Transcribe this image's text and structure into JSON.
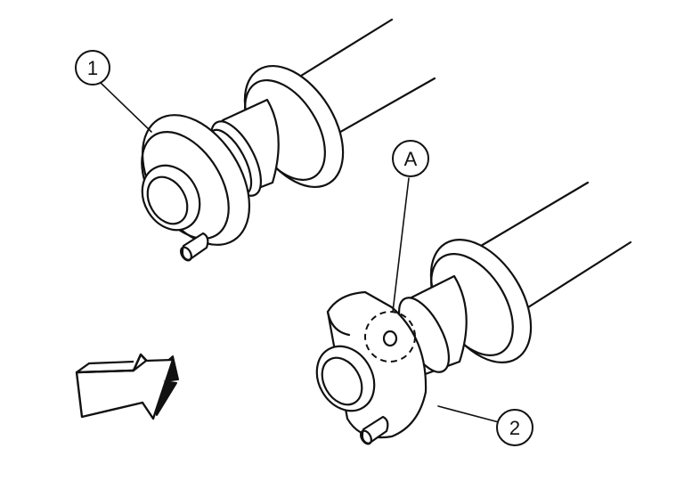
{
  "callouts": {
    "part_1": "1",
    "part_2": "2",
    "detail_a": "A"
  },
  "icons": {
    "direction_arrow": "front-direction-arrow-icon"
  },
  "colors": {
    "line": "#111111",
    "background": "#ffffff"
  }
}
